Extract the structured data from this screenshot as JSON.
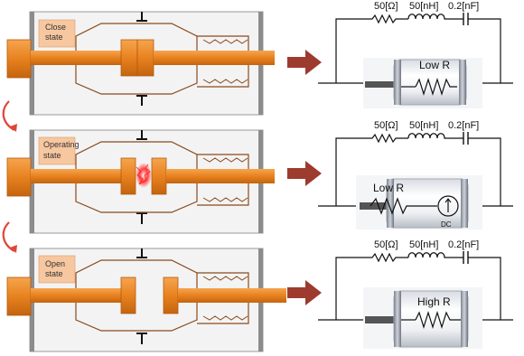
{
  "panels": [
    {
      "state_lines": [
        "Close",
        "state"
      ],
      "circuit": {
        "r": "50[Ω]",
        "l": "50[nH]",
        "c": "0.2[nF]"
      },
      "resistance": "Low R",
      "dc": ""
    },
    {
      "state_lines": [
        "Operating",
        "state"
      ],
      "circuit": {
        "r": "50[Ω]",
        "l": "50[nH]",
        "c": "0.2[nF]"
      },
      "resistance": "Low R",
      "dc": "DC"
    },
    {
      "state_lines": [
        "Open",
        "state"
      ],
      "circuit": {
        "r": "50[Ω]",
        "l": "50[nH]",
        "c": "0.2[nF]"
      },
      "resistance": "High R",
      "dc": ""
    }
  ],
  "colors": {
    "rod": "#e8821f",
    "rod_dark": "#b35a10",
    "housing_line": "#8a4a1c",
    "label_fill": "#f7c7a0",
    "arrow": "#9c3b2e",
    "end_plate": "#8c8c8c",
    "arc": "#ff2a2a"
  }
}
